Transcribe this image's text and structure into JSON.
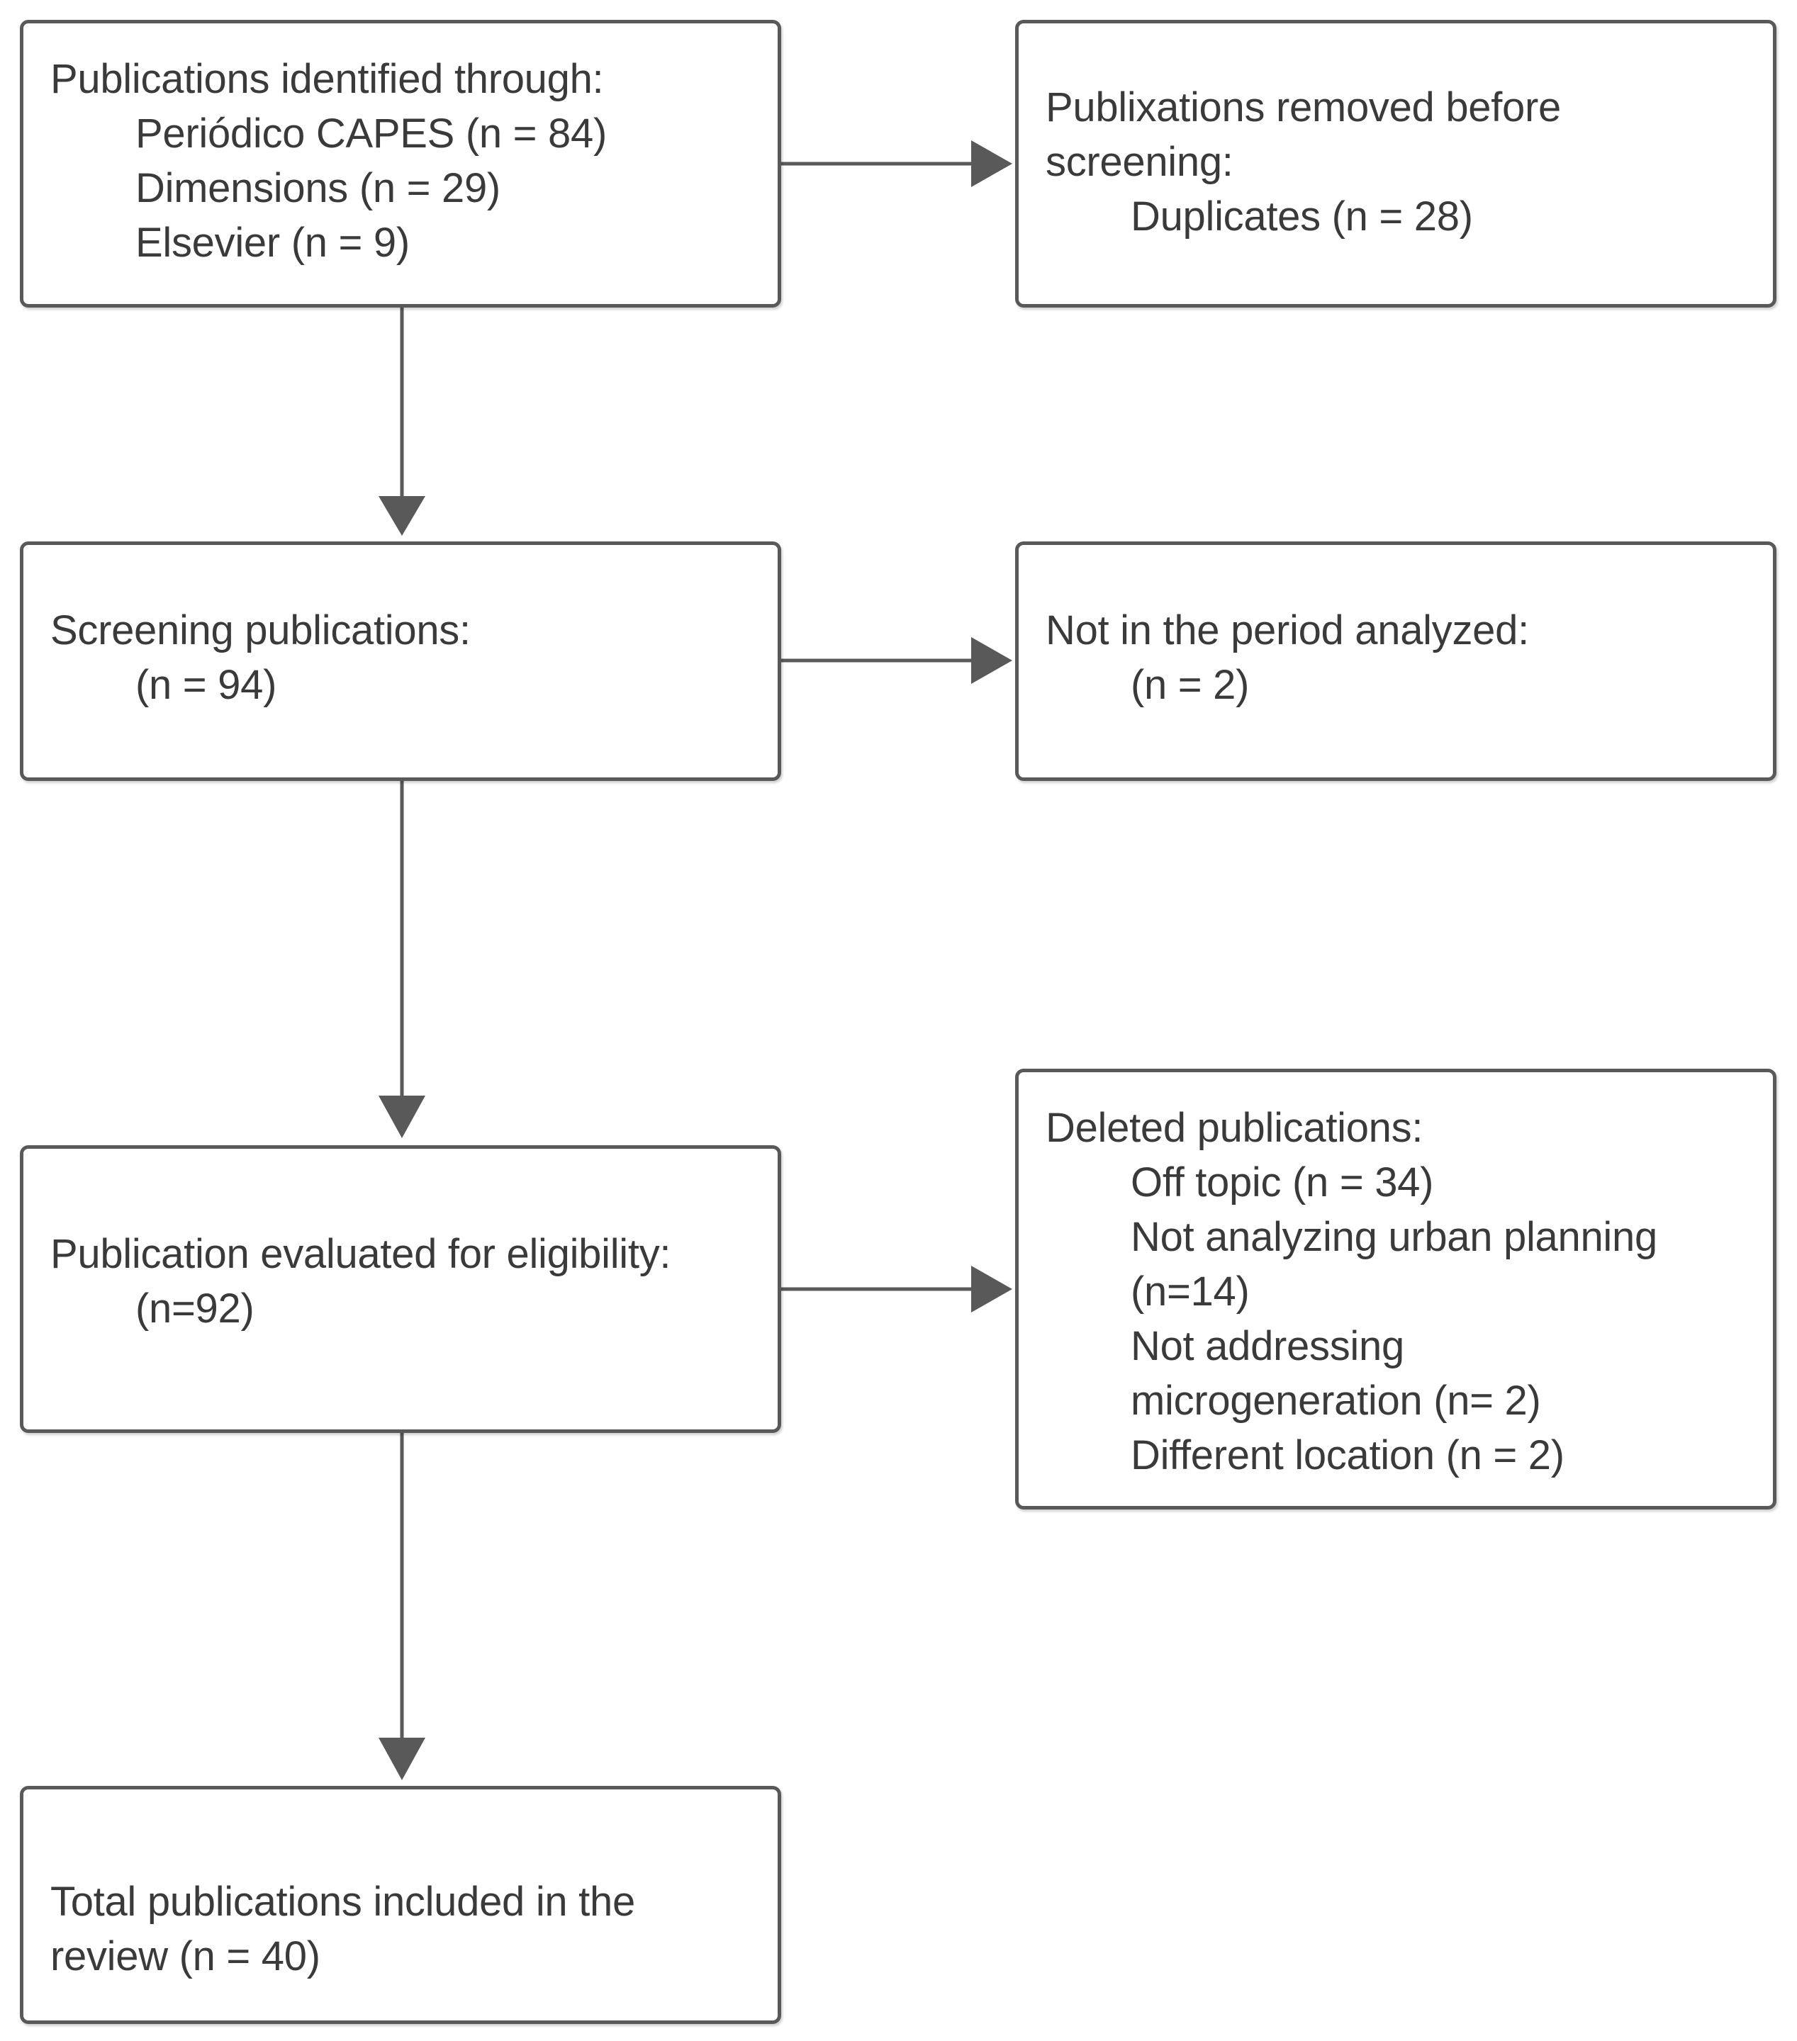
{
  "identification": {
    "title": "Publications  identified through:",
    "sources": [
      "Periódico CAPES (n = 84)",
      "Dimensions (n = 29)",
      "Elsevier (n = 9)"
    ]
  },
  "removed": {
    "title_line1": "Publixations removed before",
    "title_line2": "screening:",
    "item": "Duplicates (n = 28)"
  },
  "screening": {
    "title": "Screening publications:",
    "count": "(n = 94)"
  },
  "period": {
    "title": "Not in the period analyzed:",
    "count": "(n = 2)"
  },
  "eligibility": {
    "title": "Publication evaluated for eligibility:",
    "count": "(n=92)"
  },
  "deleted": {
    "title": "Deleted publications:",
    "items": [
      "Off topic (n = 34)",
      "Not analyzing urban planning",
      "(n=14)",
      "Not addressing",
      "microgeneration (n= 2)",
      "Different location (n = 2)"
    ]
  },
  "included": {
    "line1": "Total publications included in the",
    "line2": "review (n = 40)"
  }
}
